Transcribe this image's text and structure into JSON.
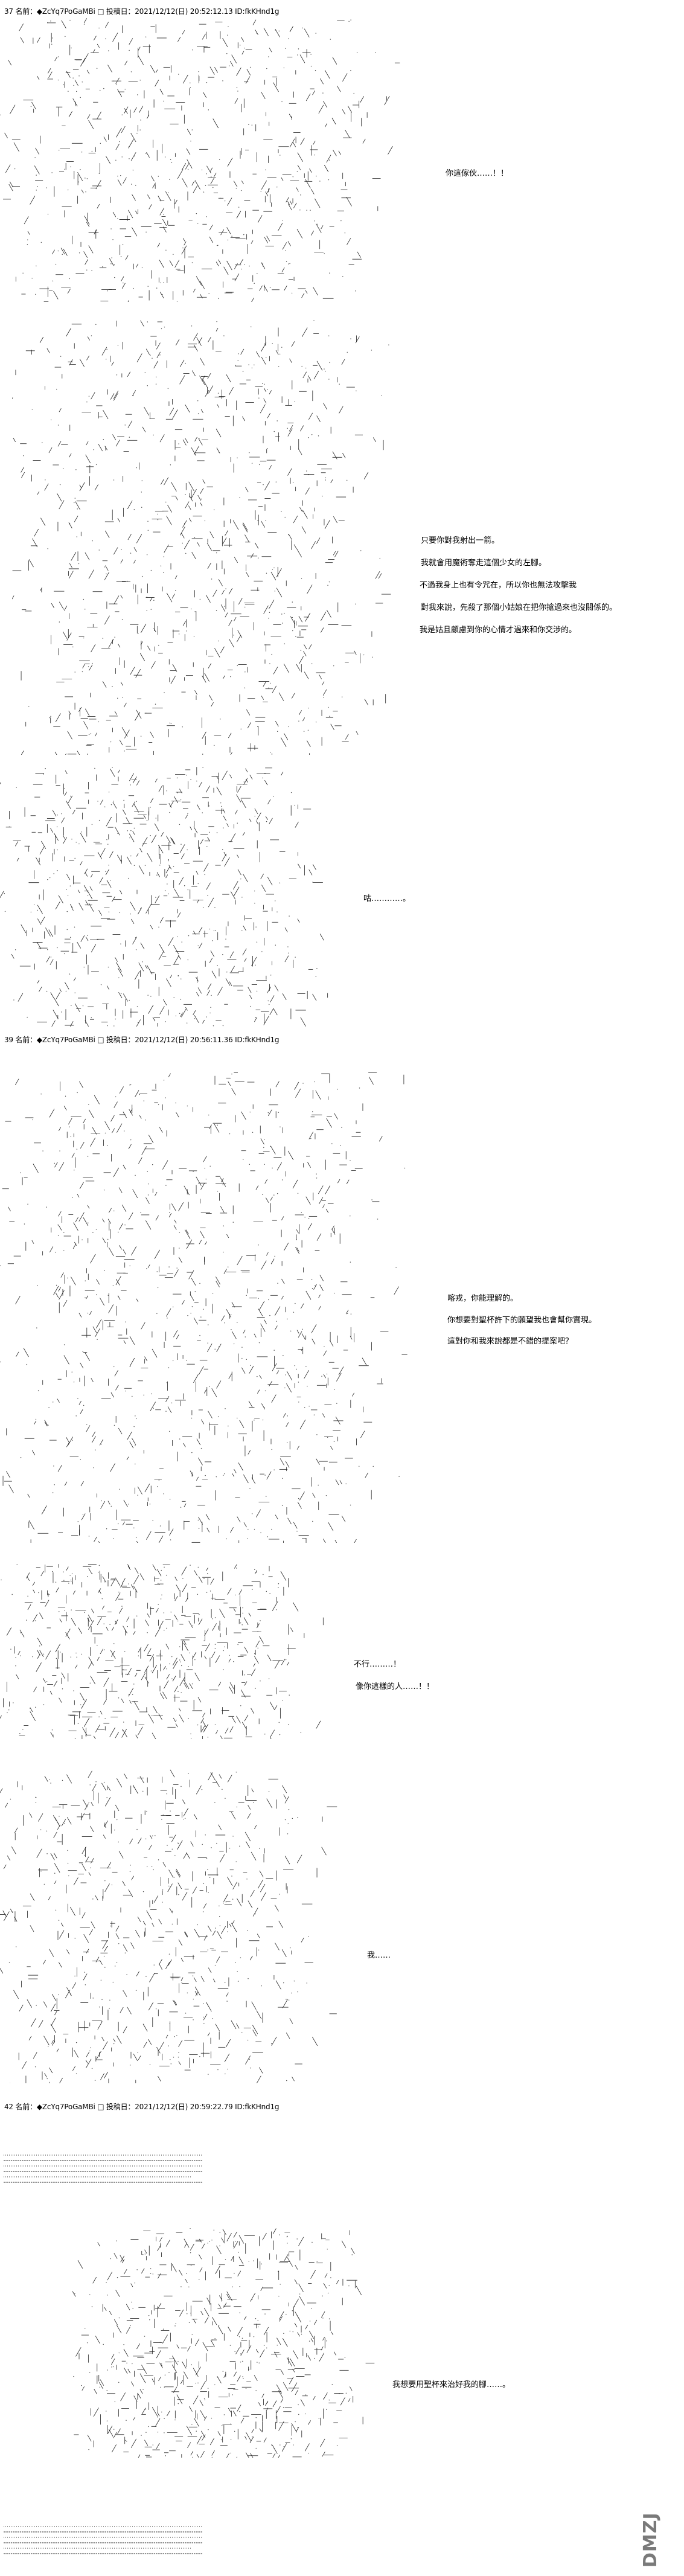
{
  "posts": [
    {
      "header": "37 名前：◆ZcYq7PoGaMBi □ 投稿日：2021/12/12(日) 20:52:12.13 ID:fkKHnd1g",
      "dialogue": [
        [
          "你這傢伙……！！"
        ],
        [
          "只要你對我射出一箭。",
          "我就會用魔術奪走這個少女的左腳。",
          "不過我身上也有令咒在，所以你也無法攻擊我",
          "對我來說，先殺了那個小姑娘在把你搶過來也沒關係的。",
          "我是姑且顧慮到你的心情才過來和你交涉的。"
        ],
        [
          "咕…………。"
        ]
      ]
    },
    {
      "header": "39 名前：◆ZcYq7PoGaMBi □ 投稿日：2021/12/12(日) 20:56:11.36 ID:fkKHnd1g",
      "dialogue": [
        [
          "喀戎，你能理解的。",
          "你想要對聖杯許下的願望我也會幫你實現。",
          "這對你和我來說都是不錯的提案吧？"
        ],
        [
          "不行………！",
          "像你這樣的人……！！"
        ],
        [
          "我……"
        ]
      ]
    },
    {
      "header": "42 名前：◆ZcYq7PoGaMBi □ 投稿日：2021/12/12(日) 20:59:22.79 ID:fkKHnd1g",
      "dialogue": [
        [
          "我想要用聖杯來治好我的腳……。"
        ]
      ]
    }
  ],
  "watermark": "DMZJ"
}
